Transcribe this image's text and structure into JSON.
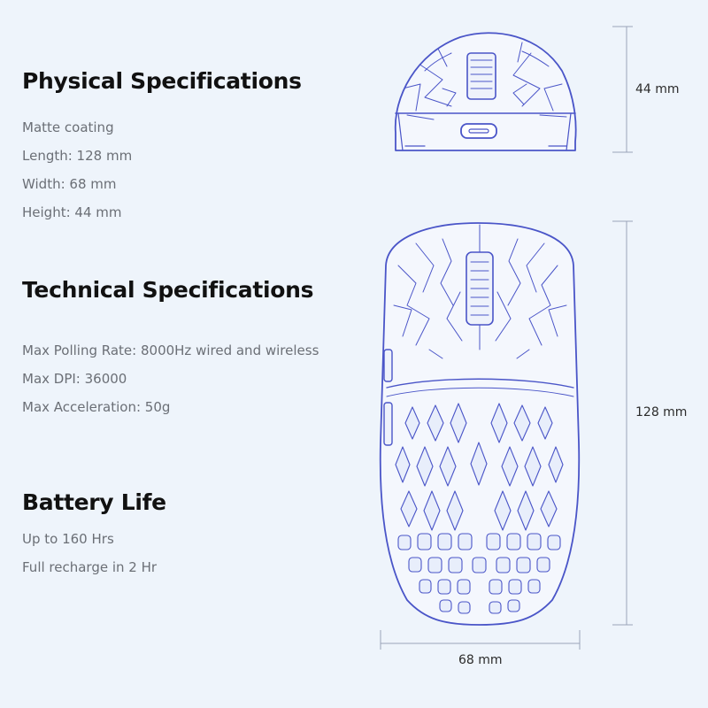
{
  "physical": {
    "title": "Physical Specifications",
    "items": [
      "Matte coating",
      "Length: 128 mm",
      "Width: 68 mm",
      "Height: 44 mm"
    ]
  },
  "technical": {
    "title": "Technical Specifications",
    "items": [
      "Max Polling Rate: 8000Hz wired and wireless",
      "Max DPI: 36000",
      "Max Acceleration: 50g"
    ]
  },
  "battery": {
    "title": "Battery Life",
    "items": [
      "Up to 160 Hrs",
      "Full recharge in 2 Hr"
    ]
  },
  "dimensions": {
    "height": "44 mm",
    "length": "128 mm",
    "width": "68 mm"
  },
  "colors": {
    "line_art": "#4a55c8",
    "dimension_line": "#9aa3b8",
    "background": "#eef4fb"
  },
  "icons": [
    "mouse-front-view-illustration",
    "mouse-top-view-illustration",
    "usb-c-port-icon"
  ]
}
